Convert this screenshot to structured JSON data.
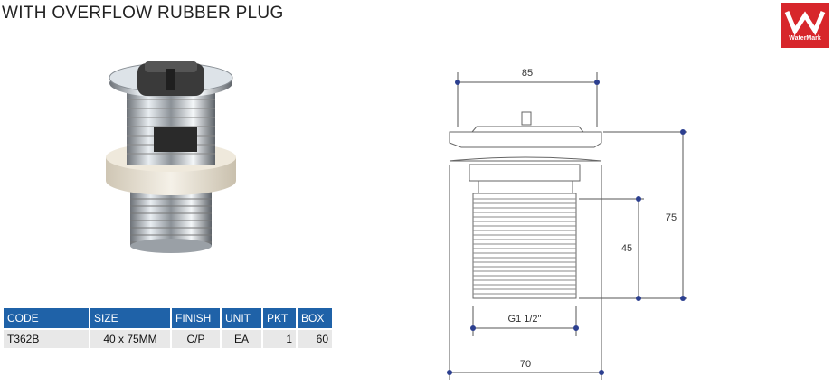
{
  "title": "WITH OVERFLOW RUBBER PLUG",
  "logo": {
    "text": "WaterMark",
    "color": "#d7262b"
  },
  "table": {
    "headers": [
      "CODE",
      "SIZE",
      "FINISH",
      "UNIT",
      "PKT",
      "BOX"
    ],
    "rows": [
      [
        "T362B",
        "40 x 75MM",
        "C/P",
        "EA",
        "1",
        "60"
      ]
    ],
    "header_color": "#1f62a8"
  },
  "drawing": {
    "dim_top": "85",
    "dim_height": "75",
    "dim_thread": "45",
    "thread_label": "G1 1/2\"",
    "dim_bottom": "70"
  }
}
